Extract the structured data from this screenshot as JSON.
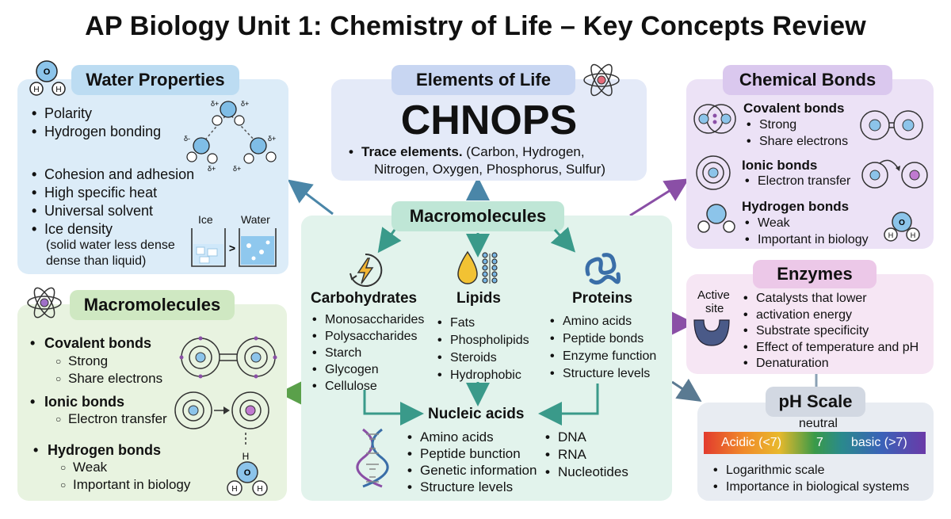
{
  "title": "AP Biology Unit 1: Chemistry of Life – Key Concepts Review",
  "colors": {
    "water_panel": "#dcecf8",
    "water_pill": "#bcdcf2",
    "elements_panel": "#e4eaf8",
    "elements_pill": "#c8d6f2",
    "bonds_panel": "#ece2f6",
    "bonds_pill": "#dac8ee",
    "macro_left_panel": "#e8f3e0",
    "macro_left_pill": "#cfe8c2",
    "center_panel": "#e2f3ec",
    "center_pill": "#bfe6d6",
    "enzymes_panel": "#f6e6f4",
    "enzymes_pill": "#ecc8e8",
    "ph_panel": "#e8ecf2",
    "ph_pill": "#d2d8e2"
  },
  "water": {
    "heading": "Water Properties",
    "items_a": [
      "Polarity",
      "Hydrogen bonding"
    ],
    "items_b": [
      "Cohesion and adhesion",
      "High specific heat",
      "Universal solvent",
      "Ice density"
    ],
    "ice_note_1": "(solid water less dense",
    "ice_note_2": "dense than liquid)",
    "ice_label": "Ice",
    "water_label": "Water",
    "gt": ">",
    "atom_o": "O",
    "atom_h": "H",
    "delta_plus": "δ+",
    "delta_minus": "δ-"
  },
  "elements": {
    "heading": "Elements of Life",
    "big": "CHNOPS",
    "trace_bold": "Trace elements.",
    "trace_rest_1": " (Carbon, Hydrogen,",
    "trace_rest_2": "Nitrogen, Oxygen, Phosphorus, Sulfur)"
  },
  "bonds": {
    "heading": "Chemical Bonds",
    "covalent": "Covalent bonds",
    "covalent_items": [
      "Strong",
      "Share electrons"
    ],
    "ionic": "Ionic bonds",
    "ionic_items": [
      "Electron transfer"
    ],
    "hydrogen": "Hydrogen bonds",
    "hydrogen_items": [
      "Weak",
      "Important in biology"
    ]
  },
  "macro_left": {
    "heading": "Macromolecules",
    "covalent": "Covalent bonds",
    "covalent_items": [
      "Strong",
      "Share electrons"
    ],
    "ionic": "Ionic bonds",
    "ionic_items": [
      "Electron transfer"
    ],
    "hydrogen": "Hydrogen bonds",
    "hydrogen_items": [
      "Weak",
      "Important in biology"
    ],
    "h_label": "H"
  },
  "center": {
    "heading": "Macromolecules",
    "carbs": "Carbohydrates",
    "carbs_items": [
      "Monosaccharides",
      "Polysaccharides",
      "Starch",
      "Glycogen",
      "Cellulose"
    ],
    "lipids": "Lipids",
    "lipids_items": [
      "Fats",
      "Phospholipids",
      "Steroids",
      "Hydrophobic"
    ],
    "proteins": "Proteins",
    "proteins_items": [
      "Amino acids",
      "Peptide bonds",
      "Enzyme function",
      "Structure levels"
    ],
    "nucleic": "Nucleic acids",
    "nucleic_items_a": [
      "Amino acids",
      "Peptide bunction",
      "Genetic information",
      "Structure levels"
    ],
    "nucleic_items_b": [
      "DNA",
      "RNA",
      "Nucleotides"
    ]
  },
  "enzymes": {
    "heading": "Enzymes",
    "active_1": "Active",
    "active_2": "site",
    "items": [
      "Catalysts that lower",
      "activation energy",
      "Substrate specificity",
      "Effect of temperature and pH",
      "Denaturation"
    ]
  },
  "ph": {
    "heading": "pH Scale",
    "neutral": "neutral",
    "acidic": "Acidic (<7)",
    "seven": "7",
    "basic": "basic (>7)",
    "items": [
      "Logarithmic scale",
      "Importance in biological systems"
    ]
  }
}
